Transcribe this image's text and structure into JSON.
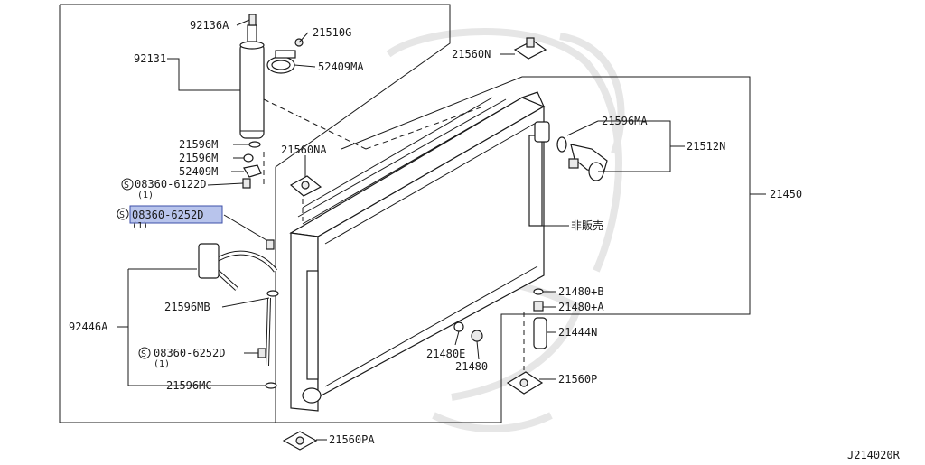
{
  "diagram_id": "J214020R",
  "colors": {
    "line": "#1a1a1a",
    "highlight_fill": "#b8c4ec",
    "highlight_border": "#3d4fa8",
    "watermark": "#e6e6e6"
  },
  "labels": {
    "p92136A": "92136A",
    "p21510G": "21510G",
    "p92131": "92131",
    "p52409MA": "52409MA",
    "p21560N": "21560N",
    "p21596MA": "21596MA",
    "p21512N": "21512N",
    "p21596M_1": "21596M",
    "p21596M_2": "21596M",
    "p21560NA": "21560NA",
    "p52409M": "52409M",
    "p21450": "21450",
    "p08360_6122D": "08360-6122D",
    "p08360_6252D_hl": "08360-6252D",
    "p_not_sold": "非販売",
    "p21480B": "21480+B",
    "p21480A": "21480+A",
    "p92446A": "92446A",
    "p21596MB": "21596MB",
    "p21444N": "21444N",
    "p21480E": "21480E",
    "p21480": "21480",
    "p08360_6252D": "08360-6252D",
    "p21560P": "21560P",
    "p21596MC": "21596MC",
    "p21560PA": "21560PA"
  },
  "quantities": {
    "q1": "(1)",
    "q2": "(1)",
    "q3": "(1)"
  },
  "screw_symbol": "S"
}
